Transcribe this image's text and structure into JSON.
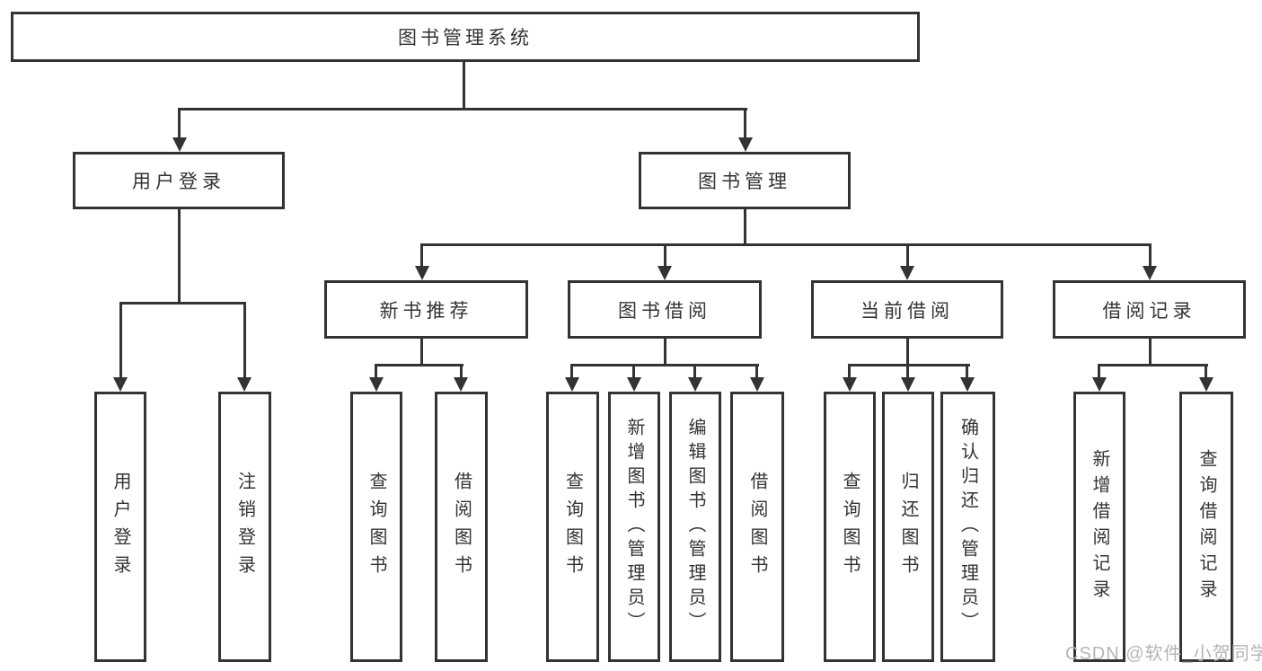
{
  "nodes": {
    "root": "图书管理系统",
    "user_login": "用户登录",
    "book_mgmt": "图书管理",
    "new_book_rec": "新书推荐",
    "book_borrow": "图书借阅",
    "current_borrow": "当前借阅",
    "borrow_records": "借阅记录",
    "user_login_leaf": "用户登录",
    "logout_leaf": "注销登录",
    "rec_query_book": "查询图书",
    "rec_borrow_book": "借阅图书",
    "bor_query_book": "查询图书",
    "bor_add_book": "新增图书（管理员）",
    "bor_edit_book": "编辑图书（管理员）",
    "bor_borrow_book": "借阅图书",
    "cur_query_book": "查询图书",
    "cur_return_book": "归还图书",
    "cur_confirm_return": "确认归还（管理员）",
    "brec_add_record": "新增借阅记录",
    "brec_query_record": "查询借阅记录"
  },
  "watermark": "CSDN @软件_小贺同学",
  "colors": {
    "line": "#333333",
    "text": "#333333",
    "watermark": "#b5b5b5",
    "background": "#ffffff"
  }
}
